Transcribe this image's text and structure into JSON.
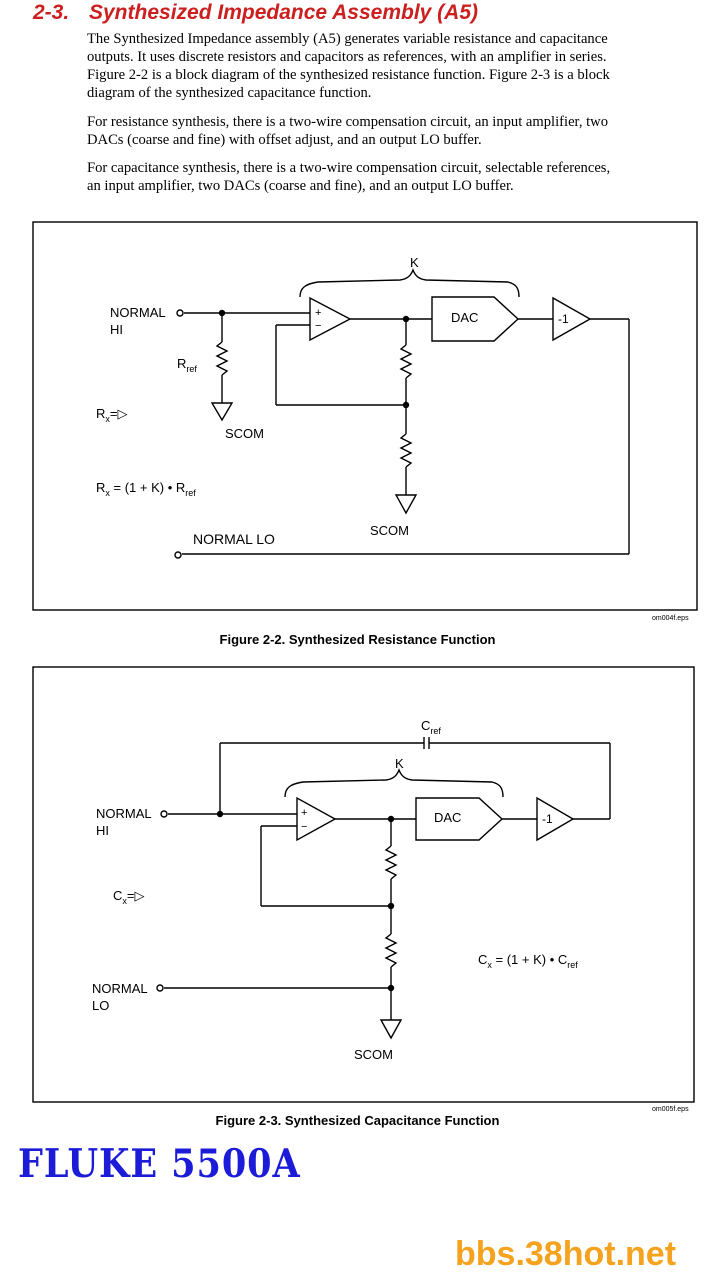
{
  "section": {
    "number": "2-3.",
    "title": "Synthesized Impedance Assembly (A5)"
  },
  "paragraphs": [
    [
      "The Synthesized Impedance assembly (A5) generates variable resistance and capacitance",
      "outputs. It uses discrete resistors and capacitors as references, with an amplifier in series.",
      "Figure 2-2 is a block diagram of the synthesized resistance function. Figure 2-3 is a block",
      "diagram of the synthesized capacitance function."
    ],
    [
      "For resistance synthesis, there is a two-wire compensation circuit, an input amplifier, two",
      "DACs (coarse and fine) with offset adjust, and an output LO buffer."
    ],
    [
      "For capacitance synthesis, there is a two-wire compensation circuit, selectable references,",
      "an input amplifier, two DACs (coarse and fine), and an output LO buffer."
    ]
  ],
  "figure_resistance": {
    "normal_hi": [
      "NORMAL",
      "HI"
    ],
    "normal_lo": "NORMAL LO",
    "k": "K",
    "plus": "+",
    "minus": "−",
    "dac": "DAC",
    "inverter": "-1",
    "rref": "R",
    "rref_sub": "ref",
    "rx": "R",
    "rx_sub": "x",
    "rx_arrow": "=▷",
    "scom_left": "SCOM",
    "scom_mid": "SCOM",
    "eq_prefix": "R",
    "eq_sub1": "x",
    "eq_mid": " = (1 + K) • R",
    "eq_sub2": "ref",
    "file": "om004f.eps",
    "caption": "Figure 2-2. Synthesized Resistance Function"
  },
  "figure_capacitance": {
    "normal_hi": [
      "NORMAL",
      "HI"
    ],
    "normal_lo": [
      "NORMAL",
      "LO"
    ],
    "k": "K",
    "plus": "+",
    "minus": "−",
    "dac": "DAC",
    "inverter": "-1",
    "cref": "C",
    "cref_sub": "ref",
    "cx": "C",
    "cx_sub": "x",
    "cx_arrow": "=▷",
    "scom": "SCOM",
    "eq_prefix": "C",
    "eq_sub1": "x",
    "eq_mid": " = (1 + K) • C",
    "eq_sub2": "ref",
    "file": "om005f.eps",
    "caption": "Figure 2-3. Synthesized Capacitance Function"
  },
  "brand_text": "FLUKE 5500A",
  "watermark": "bbs.38hot.net",
  "colors": {
    "heading": "#cc1f1f",
    "brand": "#1c1cd8",
    "watermark": "#f5a21e"
  }
}
